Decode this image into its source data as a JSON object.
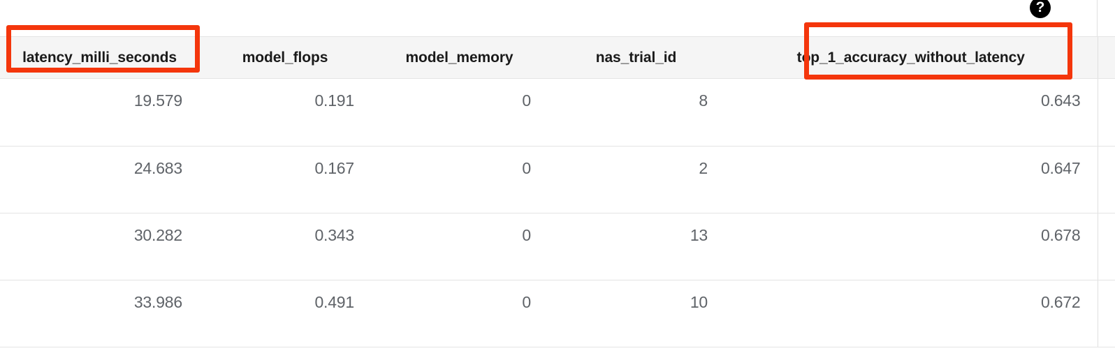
{
  "help": {
    "icon": "help-circle-icon",
    "label": "?"
  },
  "table": {
    "columns": [
      {
        "key": "latency_milli_seconds",
        "label": "latency_milli_seconds",
        "align": "center"
      },
      {
        "key": "model_flops",
        "label": "model_flops",
        "align": "center"
      },
      {
        "key": "model_memory",
        "label": "model_memory",
        "align": "center"
      },
      {
        "key": "nas_trial_id",
        "label": "nas_trial_id",
        "align": "center"
      },
      {
        "key": "top_1_accuracy_without_latency",
        "label": "top_1_accuracy_without_latency",
        "align": "center"
      }
    ],
    "rows": [
      {
        "latency_milli_seconds": "19.579",
        "model_flops": "0.191",
        "model_memory": "0",
        "nas_trial_id": "8",
        "top_1_accuracy_without_latency": "0.643"
      },
      {
        "latency_milli_seconds": "24.683",
        "model_flops": "0.167",
        "model_memory": "0",
        "nas_trial_id": "2",
        "top_1_accuracy_without_latency": "0.647"
      },
      {
        "latency_milli_seconds": "30.282",
        "model_flops": "0.343",
        "model_memory": "0",
        "nas_trial_id": "13",
        "top_1_accuracy_without_latency": "0.678"
      },
      {
        "latency_milli_seconds": "33.986",
        "model_flops": "0.491",
        "model_memory": "0",
        "nas_trial_id": "10",
        "top_1_accuracy_without_latency": "0.672"
      }
    ]
  },
  "annotations": [
    {
      "name": "highlight-latency-column-header",
      "color": "#f4360c",
      "target": "latency_milli_seconds"
    },
    {
      "name": "highlight-top-1-accuracy-column-header",
      "color": "#f4360c",
      "target": "top_1_accuracy_without_latency"
    }
  ],
  "colors": {
    "annotation": "#f4360c",
    "header_background": "#f5f5f5",
    "header_text": "#1a1a1a",
    "cell_text": "#5f6368",
    "row_divider": "#e4e4e4",
    "page_background": "#ffffff"
  }
}
